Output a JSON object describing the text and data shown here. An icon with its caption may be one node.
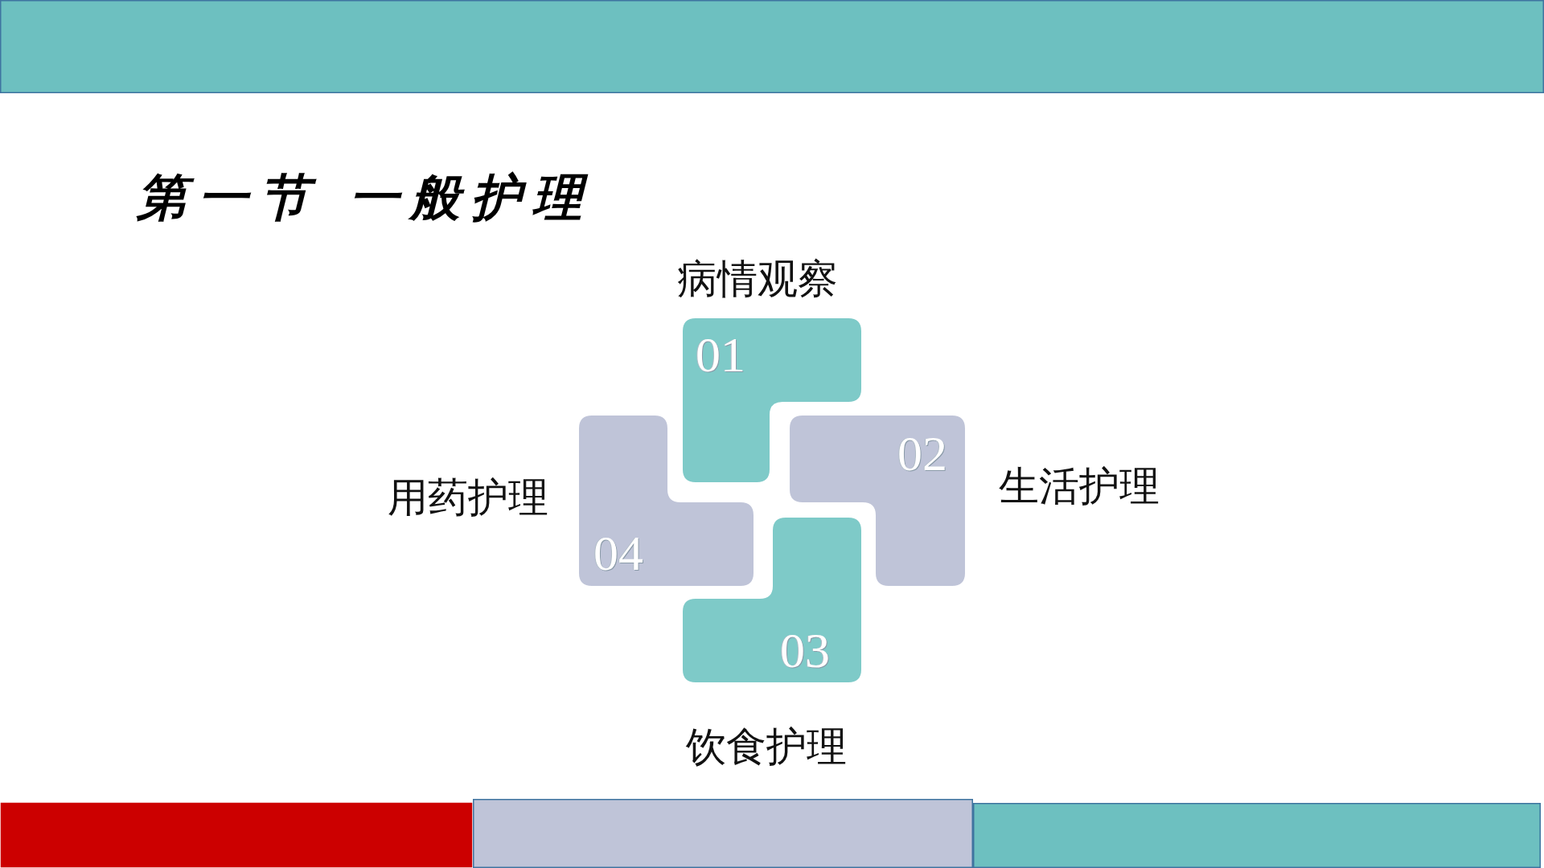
{
  "diagram": {
    "title": "第一节 一般护理",
    "nodes": [
      {
        "text": [
          "01"
        ],
        "beside": [
          "病情观察"
        ]
      },
      {
        "text": [
          "02"
        ],
        "beside": [
          "生活护理"
        ]
      },
      {
        "text": [
          "03"
        ],
        "beside": [
          "饮食护理"
        ]
      },
      {
        "text": [
          "04"
        ],
        "beside": [
          "用药护理"
        ]
      }
    ]
  }
}
